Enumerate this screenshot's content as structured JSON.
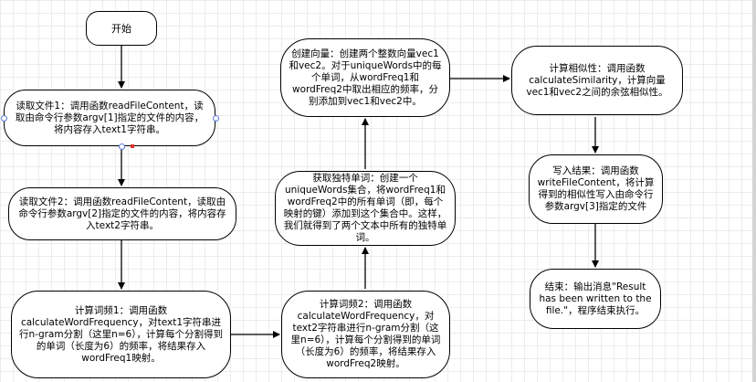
{
  "nodes": {
    "start": "开始",
    "read1": "读取文件1：调用函数readFileContent，读取由命令行参数argv[1]指定的文件的内容，将内容存入text1字符串。",
    "read2": "读取文件2：调用函数readFileContent，读取由命令行参数argv[2]指定的文件的内容，将内容存入text2字符串。",
    "freq1": "计算词频1：调用函数calculateWordFrequency，对text1字符串进行n-gram分割（这里n=6），计算每个分割得到的单词（长度为6）的频率，将结果存入wordFreq1映射。",
    "freq2": "计算词频2：调用函数calculateWordFrequency，对text2字符串进行n-gram分割（这里n=6），计算每个分割得到的单词（长度为6）的频率，将结果存入wordFreq2映射。",
    "unique": "获取独特单词：创建一个uniqueWords集合，将wordFreq1和wordFreq2中的所有单词（即，每个映射的键）添加到这个集合中。这样，我们就得到了两个文本中所有的独特单词。",
    "vector": "创建向量：创建两个整数向量vec1和vec2。对于uniqueWords中的每个单词，从wordFreq1和wordFreq2中取出相应的频率，分别添加到vec1和vec2中。",
    "similarity": "计算相似性：调用函数calculateSimilarity，计算向量vec1和vec2之间的余弦相似性。",
    "write": "写入结果：调用函数writeFileContent，将计算得到的相似性写入由命令行参数argv[3]指定的文件",
    "end": "结束：输出消息\"Result has been written to the file.\"，程序结束执行。"
  }
}
